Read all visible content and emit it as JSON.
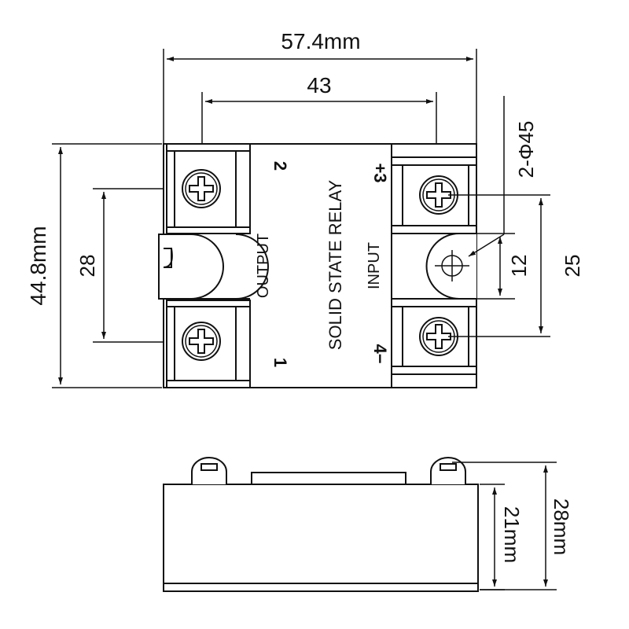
{
  "top_view": {
    "width_label": "57.4mm",
    "hole_span_label": "43",
    "height_label": "44.8mm",
    "output_span_label": "28",
    "hole_callout_label": "2-Φ45",
    "slot_label": "12",
    "input_span_label": "25",
    "terminal_2": "2",
    "terminal_1": "1",
    "terminal_3": "+3",
    "terminal_4": "4−",
    "output_label": "OUTPUT",
    "relay_label": "SOLID STATE RELAY",
    "input_label": "INPUT"
  },
  "side_view": {
    "body_height_label": "21mm",
    "total_height_label": "28mm"
  }
}
